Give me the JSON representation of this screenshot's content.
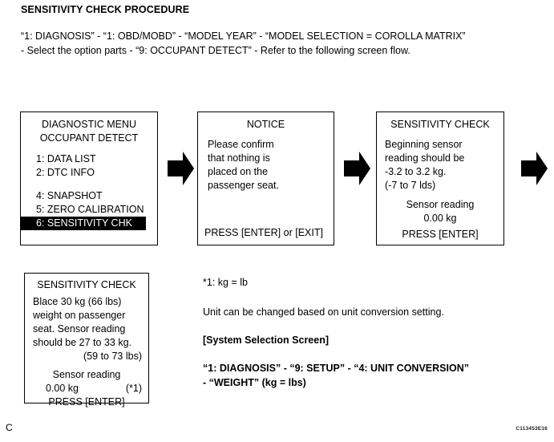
{
  "page": {
    "title": "SENSITIVITY CHECK PROCEDURE",
    "intro_line_1": "“1: DIAGNOSIS” - “1: OBD/MOBD” - “MODEL YEAR” - “MODEL SELECTION = COROLLA MATRIX”",
    "intro_line_2": "- Select the option parts - “9: OCCUPANT DETECT” - Refer to the following screen flow.",
    "footer_mark": "C",
    "footer_code": "C113453E16",
    "ink_color": "#000000",
    "paper_color": "#ffffff"
  },
  "flow": {
    "arrow_icons": [
      "right-arrow-1",
      "right-arrow-2",
      "right-arrow-3"
    ],
    "screens": [
      {
        "name": "diagnostic-menu",
        "title_line_1": "DIAGNOSTIC MENU",
        "title_line_2": "OCCUPANT DETECT",
        "items": [
          {
            "label": "1: DATA LIST",
            "selected": false
          },
          {
            "label": "2: DTC INFO",
            "selected": false
          },
          {
            "label": "4: SNAPSHOT",
            "selected": false
          },
          {
            "label": "5: ZERO CALIBRATION",
            "selected": false
          },
          {
            "label": "6: SENSITIVITY CHK",
            "selected": true
          }
        ]
      },
      {
        "name": "notice",
        "title": "NOTICE",
        "body": [
          "Please confirm",
          "that nothing is",
          "placed on the",
          "passenger seat."
        ],
        "footer": "PRESS [ENTER] or [EXIT]"
      },
      {
        "name": "sensitivity-check-begin",
        "title": "SENSITIVITY CHECK",
        "body": [
          "Beginning sensor",
          "reading should be",
          "-3.2 to 3.2 kg.",
          "(-7 to 7 lds)"
        ],
        "reading_label": "Sensor reading",
        "reading_value": "0.00   kg",
        "footer": "PRESS [ENTER]"
      },
      {
        "name": "sensitivity-check-weight",
        "title": "SENSITIVITY CHECK",
        "body": [
          "Blace 30 kg (66 lbs)",
          "weight on passenger",
          "seat. Sensor reading",
          "should be 27 to 33 kg.",
          "(59 to 73 lbs)"
        ],
        "reading_label": "Sensor reading",
        "reading_value": "0.00   kg",
        "reading_footnote": "(*1)",
        "footer": "PRESS [ENTER]"
      }
    ]
  },
  "notes": {
    "footnote": "*1: kg = lb",
    "unit_text": "Unit can be changed based on unit conversion setting.",
    "system_header": "[System Selection Screen]",
    "path_line_1": "“1: DIAGNOSIS” - “9: SETUP” - “4: UNIT CONVERSION”",
    "path_line_2": "- “WEIGHT” (kg = lbs)"
  }
}
